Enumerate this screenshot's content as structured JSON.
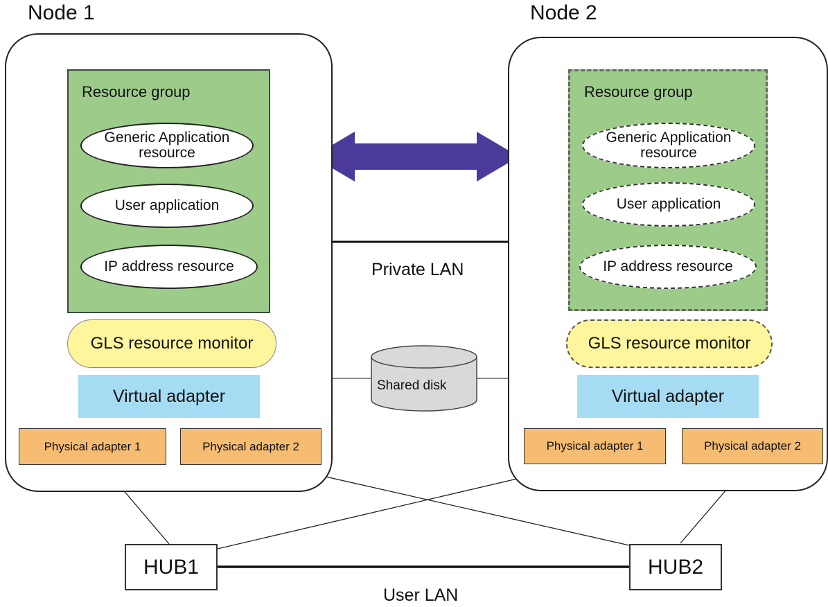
{
  "nodes": [
    {
      "title": "Node 1",
      "resource_group": {
        "label": "Resource group",
        "resources": [
          "Generic Application resource",
          "User application",
          "IP address resource"
        ]
      },
      "gls_monitor": "GLS resource monitor",
      "virtual_adapter": "Virtual adapter",
      "physical_adapters": [
        "Physical adapter 1",
        "Physical adapter 2"
      ]
    },
    {
      "title": "Node 2",
      "resource_group": {
        "label": "Resource group",
        "resources": [
          "Generic Application resource",
          "User application",
          "IP address resource"
        ]
      },
      "gls_monitor": "GLS resource monitor",
      "virtual_adapter": "Virtual adapter",
      "physical_adapters": [
        "Physical adapter 1",
        "Physical adapter 2"
      ]
    }
  ],
  "private_lan": "Private LAN",
  "shared_disk": "Shared disk",
  "hubs": [
    "HUB1",
    "HUB2"
  ],
  "user_lan": "User LAN",
  "colors": {
    "resource_group": "#9dcc8a",
    "gls_monitor": "#fff59c",
    "virtual_adapter": "#a5dcf4",
    "physical_adapter": "#f5bc72",
    "failover_arrow": "#4b3a9a",
    "shared_disk": "#d9d9d9"
  }
}
